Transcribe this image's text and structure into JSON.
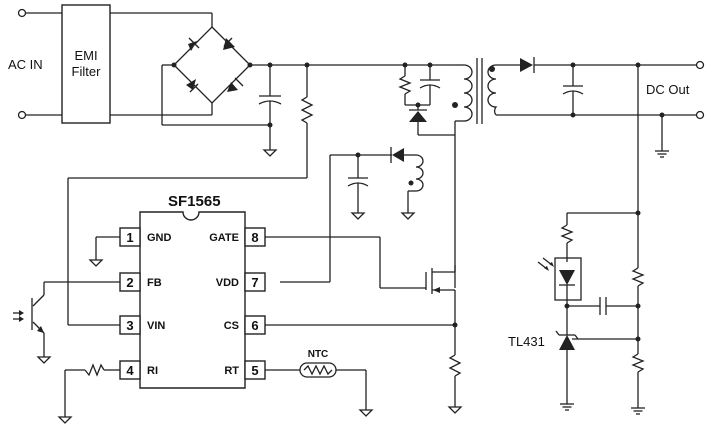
{
  "labels": {
    "ac_in": "AC IN",
    "emi_line1": "EMI",
    "emi_line2": "Filter",
    "dc_out": "DC Out",
    "chip": "SF1565",
    "ntc": "NTC",
    "tl431": "TL431"
  },
  "pins": [
    {
      "num": "1",
      "name": "GND"
    },
    {
      "num": "2",
      "name": "FB"
    },
    {
      "num": "3",
      "name": "VIN"
    },
    {
      "num": "4",
      "name": "RI"
    },
    {
      "num": "8",
      "name": "GATE"
    },
    {
      "num": "7",
      "name": "VDD"
    },
    {
      "num": "6",
      "name": "CS"
    },
    {
      "num": "5",
      "name": "RT"
    }
  ]
}
